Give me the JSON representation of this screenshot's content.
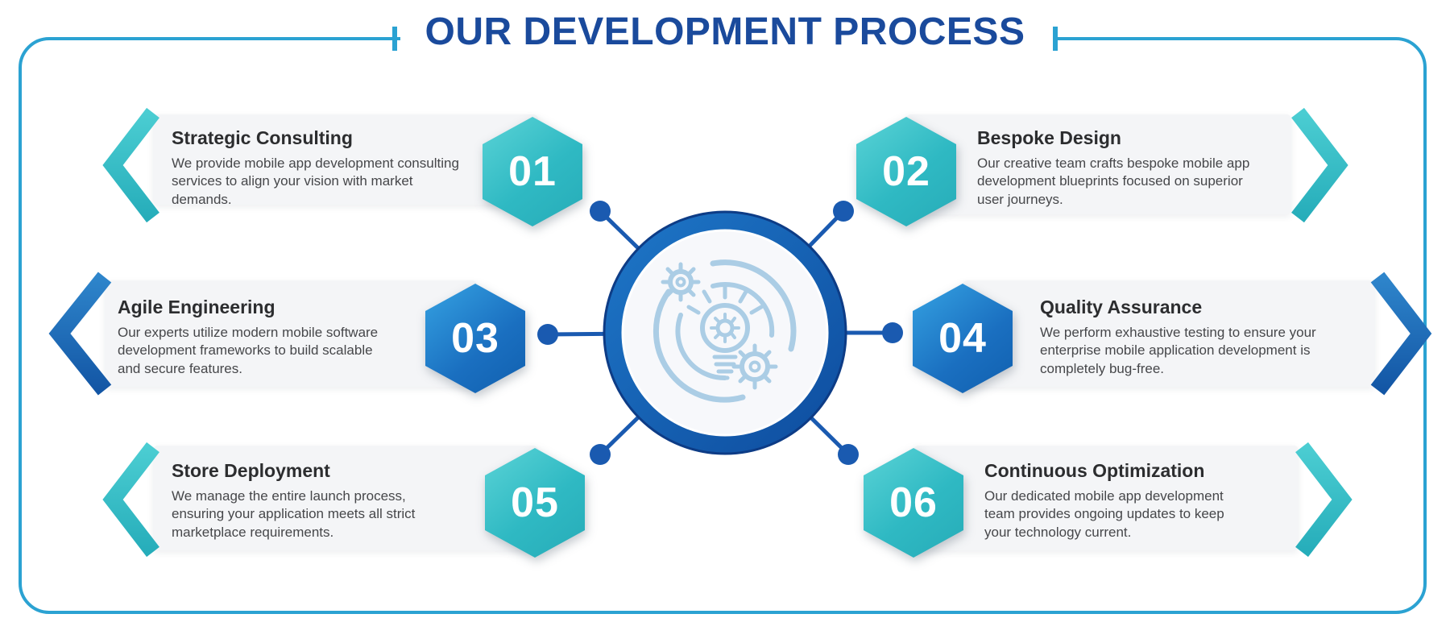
{
  "title": "OUR DEVELOPMENT PROCESS",
  "steps": [
    {
      "number": "01",
      "title": "Strategic Consulting",
      "description": "We provide mobile app development consulting services to align your vision with market demands.",
      "side": "left",
      "theme": "teal"
    },
    {
      "number": "02",
      "title": "Bespoke Design",
      "description": "Our creative team crafts bespoke mobile app development blueprints focused on superior user journeys.",
      "side": "right",
      "theme": "teal"
    },
    {
      "number": "03",
      "title": "Agile Engineering",
      "description": "Our experts utilize modern mobile software development frameworks to build scalable and secure features.",
      "side": "left",
      "theme": "blue"
    },
    {
      "number": "04",
      "title": "Quality Assurance",
      "description": "We perform exhaustive testing to ensure your enterprise mobile application development is completely bug-free.",
      "side": "right",
      "theme": "blue"
    },
    {
      "number": "05",
      "title": "Store Deployment",
      "description": "We manage the entire launch process, ensuring your application meets all strict marketplace requirements.",
      "side": "left",
      "theme": "teal"
    },
    {
      "number": "06",
      "title": "Continuous Optimization",
      "description": "Our dedicated mobile app development team provides ongoing updates to keep your technology current.",
      "side": "right",
      "theme": "teal"
    }
  ],
  "center_icon": "lightbulb-with-gears-process-icon",
  "colors": {
    "teal": "#33c1c9",
    "blue": "#1565b5",
    "title_blue": "#1a4a9c",
    "frame_border": "#2ba2d2",
    "bar_background": "#f4f5f7",
    "connector_blue": "#1a5ab0"
  }
}
